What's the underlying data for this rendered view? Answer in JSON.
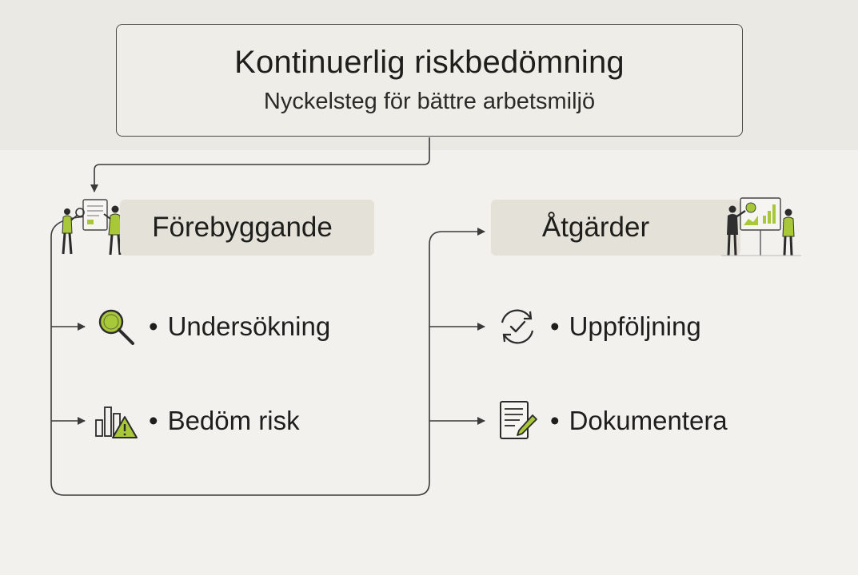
{
  "header": {
    "title": "Kontinuerlig riskbedömning",
    "subtitle": "Nyckelsteg för bättre arbetsmiljö"
  },
  "sections": [
    {
      "title": "Förebyggande",
      "illustration": "two-people-reviewing-document",
      "items": [
        {
          "label": "Undersökning",
          "icon": "magnifier-icon"
        },
        {
          "label": "Bedöm risk",
          "icon": "bar-chart-warning-icon"
        }
      ]
    },
    {
      "title": "Åtgärder",
      "illustration": "two-people-presenting-chart",
      "items": [
        {
          "label": "Uppföljning",
          "icon": "refresh-check-icon"
        },
        {
          "label": "Dokumentera",
          "icon": "document-pen-icon"
        }
      ]
    }
  ],
  "colors": {
    "accent": "#a8c83a",
    "line": "#3a3a38",
    "pill": "#e4e1d8",
    "background": "#f2f1ed"
  }
}
